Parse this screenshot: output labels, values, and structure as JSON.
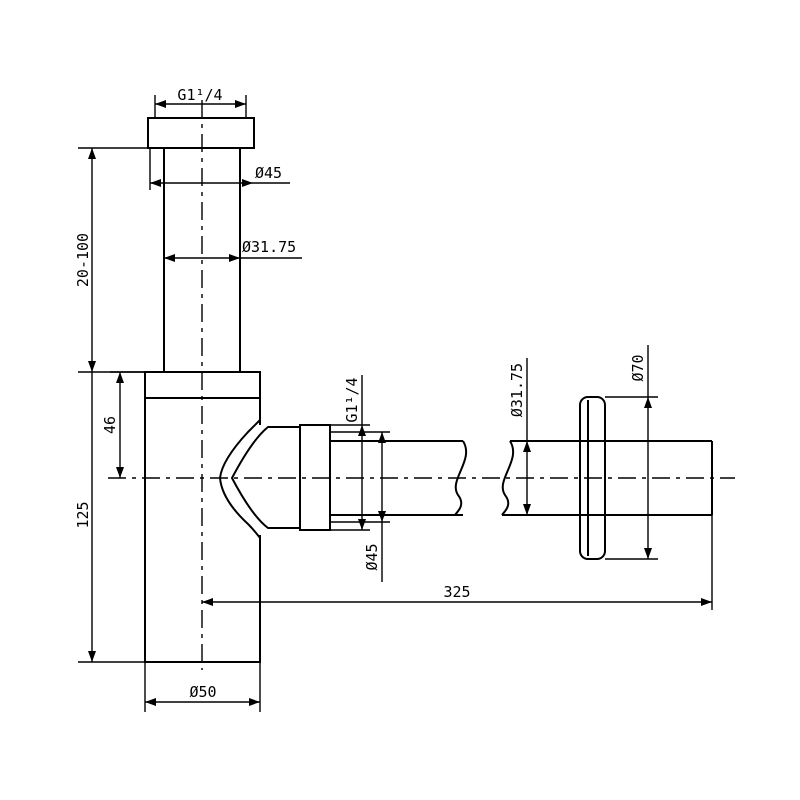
{
  "dimensions": {
    "top_thread": "G1¹/4",
    "tube_od_top": "Ø45",
    "tube_od_inner": "Ø31.75",
    "height_adjust": "20-100",
    "body_offset": "46",
    "body_height": "125",
    "body_diameter": "Ø50",
    "outlet_thread": "G1¹/4",
    "outlet_nut_od": "Ø45",
    "outlet_pipe_od": "Ø31.75",
    "wall_flange_od": "Ø70",
    "outlet_length": "325"
  }
}
